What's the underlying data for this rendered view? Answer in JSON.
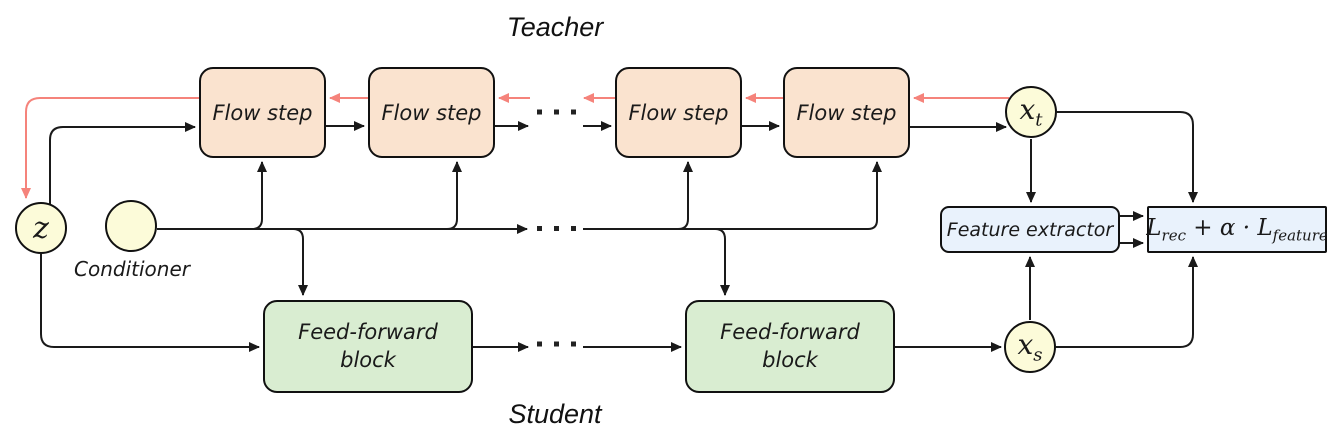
{
  "labels": {
    "teacher": "Teacher",
    "student": "Student",
    "conditioner": "Conditioner"
  },
  "teacher": {
    "flow_steps": [
      {
        "label": "Flow step"
      },
      {
        "label": "Flow step"
      },
      {
        "label": "Flow step"
      },
      {
        "label": "Flow step"
      }
    ],
    "output_node": {
      "base": "x",
      "sub": "t"
    }
  },
  "student": {
    "blocks": [
      {
        "label": "Feed-forward block"
      },
      {
        "label": "Feed-forward block"
      }
    ],
    "output_node": {
      "base": "x",
      "sub": "s"
    }
  },
  "nodes": {
    "z": {
      "label": "z"
    }
  },
  "loss": {
    "feature_extractor": "Feature extractor",
    "formula": {
      "term1_base": "L",
      "term1_sub": "rec",
      "operator": " + α · ",
      "term2_base": "L",
      "term2_sub": "feature"
    }
  },
  "icons": {
    "ellipsis": "ellipsis-dots"
  },
  "colors": {
    "flow_step_fill": "#fae3cf",
    "feed_forward_fill": "#d9edd1",
    "node_fill": "#fcfbd9",
    "loss_fill": "#e9f2fc",
    "backward_arrow": "#f5837b",
    "forward_arrow": "#1a1a1a"
  }
}
